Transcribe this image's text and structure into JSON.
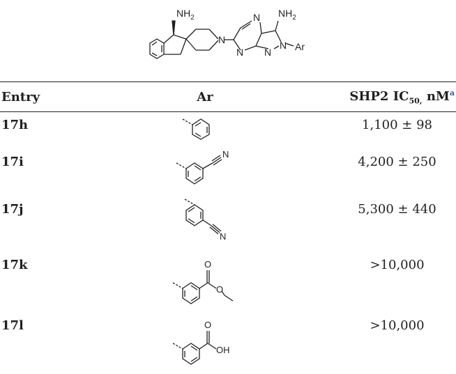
{
  "scaffold": {
    "amine_label": "NH",
    "amine_sub": "2",
    "amino_label": "NH",
    "amino_sub": "2",
    "ring_n_labels": [
      "N",
      "N",
      "N",
      "N",
      "N"
    ],
    "ar_label": "Ar"
  },
  "table": {
    "headers": {
      "entry": "Entry",
      "ar": "Ar",
      "ic_prefix": "SHP2 IC",
      "ic_sub": "50,",
      "ic_unit": " nM",
      "ic_note": "a"
    },
    "rows": [
      {
        "entry": "17h",
        "value": "1,100 ± 98",
        "labels": []
      },
      {
        "entry": "17i",
        "value": "4,200 ± 250",
        "labels": [
          "N"
        ]
      },
      {
        "entry": "17j",
        "value": "5,300 ± 440",
        "labels": [
          "N"
        ]
      },
      {
        "entry": "17k",
        "value": ">10,000",
        "labels": [
          "O",
          "O"
        ]
      },
      {
        "entry": "17l",
        "value": ">10,000",
        "labels": [
          "O",
          "OH"
        ]
      }
    ]
  }
}
